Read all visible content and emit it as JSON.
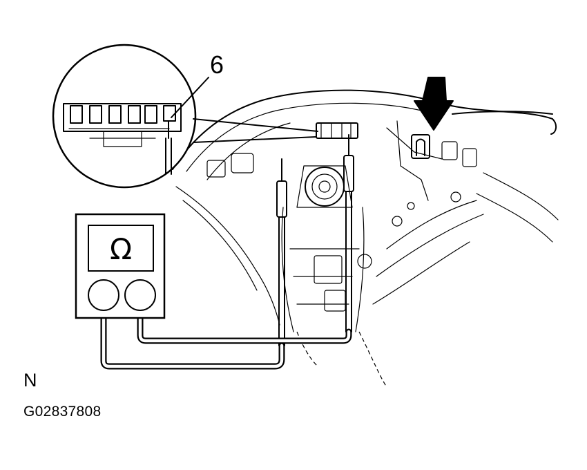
{
  "callout": {
    "number": "6"
  },
  "meter": {
    "symbol": "Ω"
  },
  "orientation_mark": "N",
  "figure_code": "G02837808"
}
